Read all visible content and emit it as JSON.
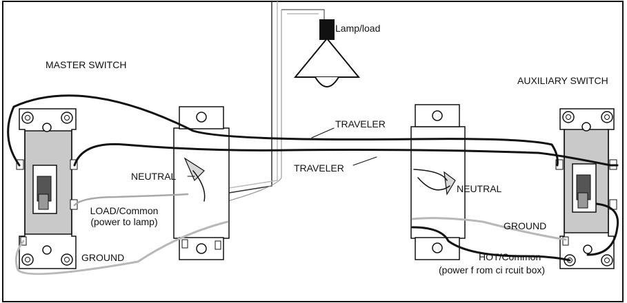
{
  "labels": {
    "lamp": "Lamp/load",
    "master": "MASTER SWITCH",
    "auxiliary": "AUXILIARY SWITCH",
    "traveler_top": "TRAVELER",
    "traveler_bottom": "TRAVELER",
    "neutral_left": "NEUTRAL",
    "neutral_right": "NEUTRAL",
    "load_line1": "LOAD/Common",
    "load_line2": "(power to lamp)",
    "ground_left": "GROUND",
    "ground_right": "GROUND",
    "hot_line1": "HOT/Common",
    "hot_line2": "(power f rom ci rcuit box)"
  },
  "colors": {
    "border": "#111111",
    "wire_black": "#111111",
    "wire_gray": "#b8b8b8",
    "switch_body": "#c9c9c9",
    "box_fill": "#ffffff"
  }
}
